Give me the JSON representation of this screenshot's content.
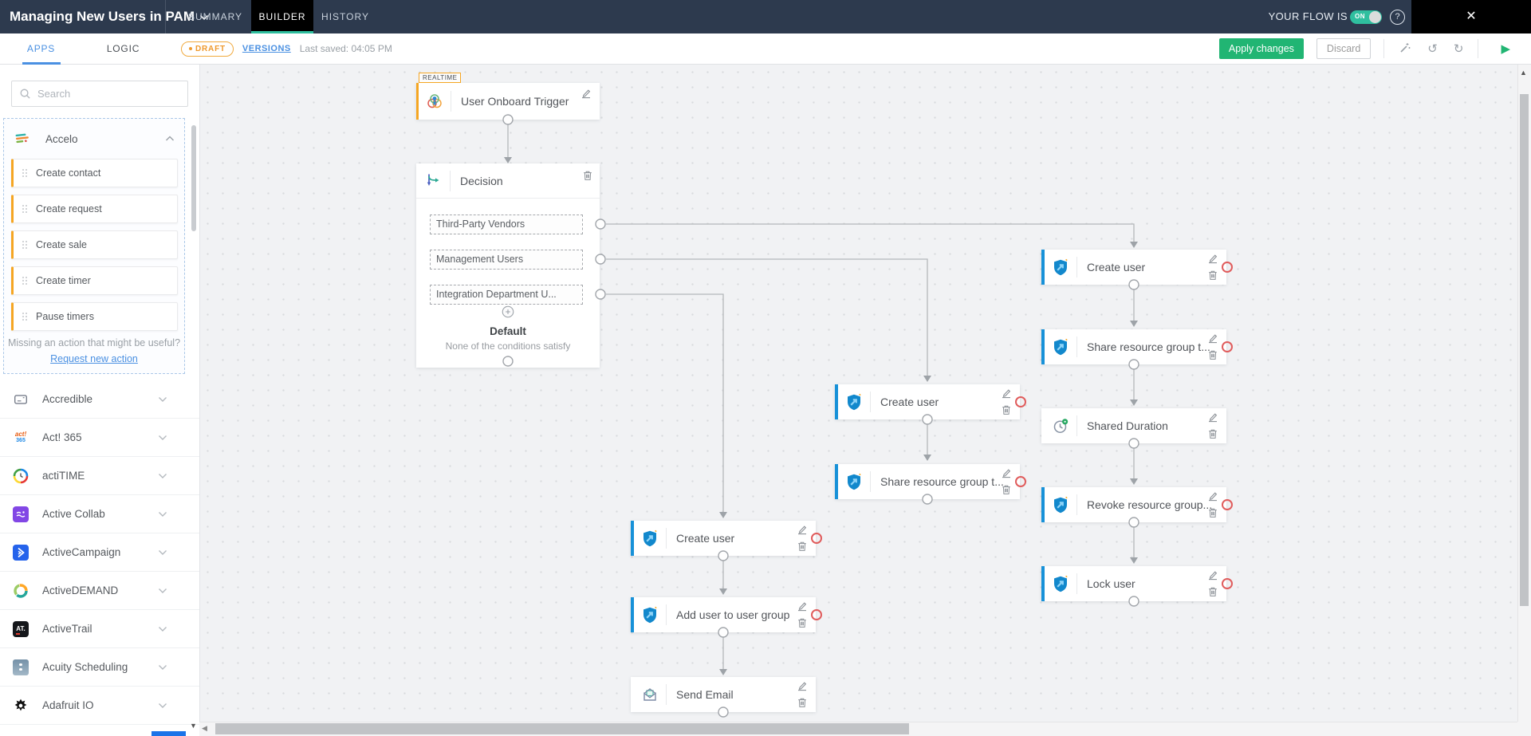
{
  "colors": {
    "topbar_bg": "#2d3a4e",
    "active_tab_bg": "#000000",
    "accent_teal": "#2fbf9f",
    "green_button": "#21b573",
    "link_blue": "#4a90e2",
    "draft_orange": "#f5a623",
    "node_border_blue": "#1791d8",
    "error_red": "#e05c5c",
    "canvas_bg": "#f1f2f4"
  },
  "header": {
    "title": "Managing New Users in PAM",
    "tabs": [
      "SUMMARY",
      "BUILDER",
      "HISTORY"
    ],
    "active_tab": "BUILDER",
    "flow_status_label": "YOUR FLOW IS",
    "flow_toggle_state": "ON"
  },
  "toolbar": {
    "draft_badge": "DRAFT",
    "versions_link": "VERSIONS",
    "last_saved": "Last saved: 04:05 PM",
    "apply_button": "Apply changes",
    "discard_button": "Discard"
  },
  "sidebar": {
    "tabs": [
      "APPS",
      "LOGIC"
    ],
    "active_tab": "APPS",
    "search_placeholder": "Search",
    "accelo": {
      "name": "Accelo",
      "actions": [
        "Create contact",
        "Create request",
        "Create sale",
        "Create timer",
        "Pause timers"
      ],
      "missing_text": "Missing an action that might be useful?",
      "request_link": "Request new action"
    },
    "apps": [
      "Accredible",
      "Act! 365",
      "actiTIME",
      "Active Collab",
      "ActiveCampaign",
      "ActiveDEMAND",
      "ActiveTrail",
      "Acuity Scheduling",
      "Adafruit IO"
    ]
  },
  "canvas": {
    "trigger_badge": "REALTIME",
    "trigger_label": "User Onboard Trigger",
    "decision_label": "Decision",
    "branches": [
      "Third-Party Vendors",
      "Management Users",
      "Integration Department U..."
    ],
    "default_title": "Default",
    "default_subtitle": "None of the conditions satisfy",
    "right_column": [
      "Create user",
      "Share resource group t...",
      "Shared Duration",
      "Revoke resource group...",
      "Lock user"
    ],
    "middle_column": [
      "Create user",
      "Share resource group t..."
    ],
    "bottom_column": [
      "Create user",
      "Add user to user group",
      "Send Email"
    ]
  },
  "icons": {
    "help": "?",
    "close": "✕",
    "undo": "↺",
    "redo": "↻",
    "play": "▶",
    "scroll_up": "▲",
    "scroll_down": "▼",
    "scroll_left": "◀",
    "logo_act365_top": "act!",
    "logo_act365_bottom": "365",
    "logo_activetrail": "AT."
  }
}
